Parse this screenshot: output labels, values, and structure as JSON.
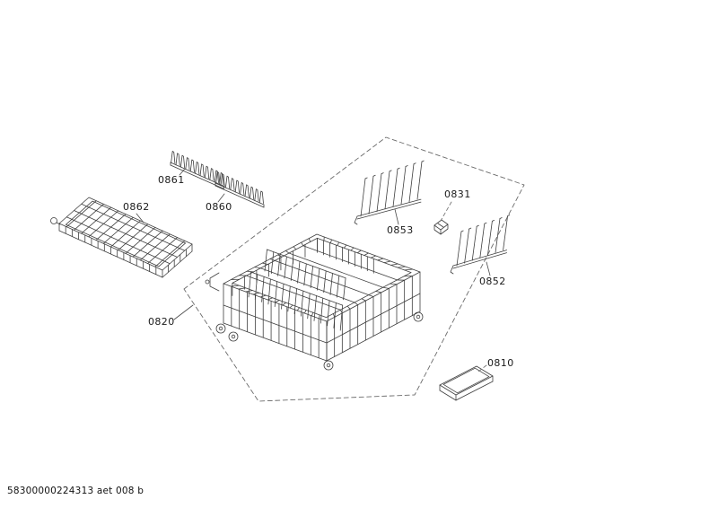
{
  "diagram": {
    "part_labels": {
      "p0861": "0861",
      "p0862": "0862",
      "p0860": "0860",
      "p0853": "0853",
      "p0831": "0831",
      "p0852": "0852",
      "p0820": "0820",
      "p0810": "0810"
    },
    "footer_code": "58300000224313 aet 008 b"
  },
  "style": {
    "background": "#ffffff",
    "line_color": "#3f3f3f",
    "label_color": "#1a1a1a"
  }
}
